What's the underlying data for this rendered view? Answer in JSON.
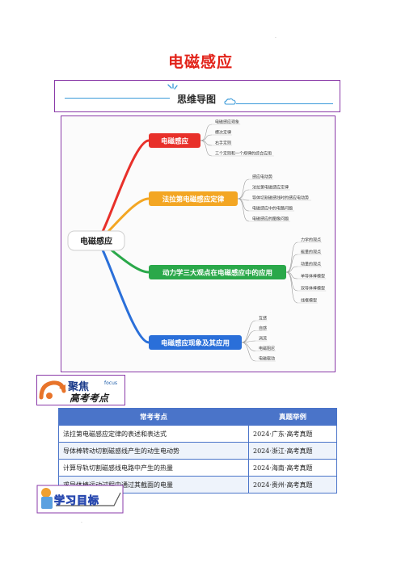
{
  "document": {
    "title": "电磁感应"
  },
  "mindmap_header": {
    "label": "思维导图"
  },
  "mindmap": {
    "root": "电磁感应",
    "branches": [
      {
        "label": "电磁感应",
        "color": "#e8302a",
        "items": [
          "电磁感应现象",
          "楞次定律",
          "右手定则",
          "三个定则和一个规律的综合应用"
        ]
      },
      {
        "label": "法拉第电磁感应定律",
        "color": "#f3a623",
        "items": [
          "感应电动势",
          "法拉第电磁感应定律",
          "导体切割磁感线时的感应电动势",
          "电磁感应中的电路问题",
          "电磁感应的图像问题"
        ]
      },
      {
        "label": "动力学三大观点在电磁感应中的应用",
        "color": "#2aa84a",
        "items": [
          "力学的观点",
          "能量的观点",
          "动量的观点",
          "单导体棒模型",
          "双导体棒模型",
          "线框模型"
        ]
      },
      {
        "label": "电磁感应现象及其应用",
        "color": "#2a6fd9",
        "items": [
          "互感",
          "自感",
          "涡流",
          "电磁阻尼",
          "电磁驱动"
        ]
      }
    ]
  },
  "focus": {
    "line1": "聚焦",
    "line2": "高考考点",
    "tag": "focus"
  },
  "exam_table": {
    "headers": [
      "常考考点",
      "真题举例"
    ],
    "rows": [
      [
        "法拉第电磁感应定律的表述和表达式",
        "2024·广东·高考真题"
      ],
      [
        "导体棒转动切割磁感线产生的动生电动势",
        "2024·浙江·高考真题"
      ],
      [
        "计算导轨切割磁感线电路中产生的热量",
        "2024·海南·高考真题"
      ],
      [
        "求导体棒运动过程中通过其截面的电量",
        "2024·贵州·高考真题"
      ]
    ]
  },
  "goals": {
    "label": "学习目标"
  },
  "colors": {
    "title_red": "#e2231a",
    "frame_purple": "#8a3aa8",
    "table_blue": "#4a74c9"
  }
}
